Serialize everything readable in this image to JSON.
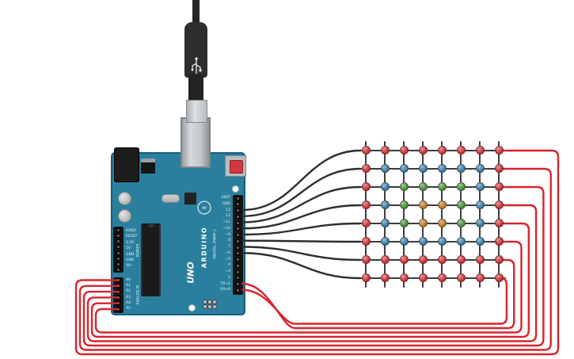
{
  "arduino": {
    "brand": "ARDUINO",
    "model": "UNO",
    "logo_symbol": "∞",
    "side_labels": {
      "digital": "DIGITAL (PWM~)",
      "power": "POWER",
      "analog": "ANALOG IN"
    },
    "digital_pins": [
      "AREF",
      "GND",
      "13",
      "12",
      "~11",
      "~10",
      "~9",
      "8",
      "7",
      "~6",
      "~5",
      "4",
      "~3",
      "2",
      "TX→1",
      "RX←0"
    ],
    "power_pins": [
      "IOREF",
      "RESET",
      "3.3V",
      "5V",
      "GND",
      "GND",
      "Vin"
    ],
    "analog_pins": [
      "A0",
      "A1",
      "A2",
      "A3",
      "A4",
      "A5"
    ]
  },
  "led_matrix": {
    "rows": 8,
    "cols": 8,
    "color_map": {
      "R": "#c8363d",
      "B": "#3e7ca6",
      "G": "#4d9141",
      "O": "#bf7a35"
    },
    "grid": [
      "RRRRRRRR",
      "RBBBBBBR",
      "RBGGGGBR",
      "RBGOOGBR",
      "RBGOOGBR",
      "RBBBBBBR",
      "RRRRRRRR",
      "RRRRRRRR"
    ]
  },
  "wires": {
    "signal": "#2e2e2e",
    "power": "#d8252c",
    "led_row": "#3c3c3c"
  }
}
